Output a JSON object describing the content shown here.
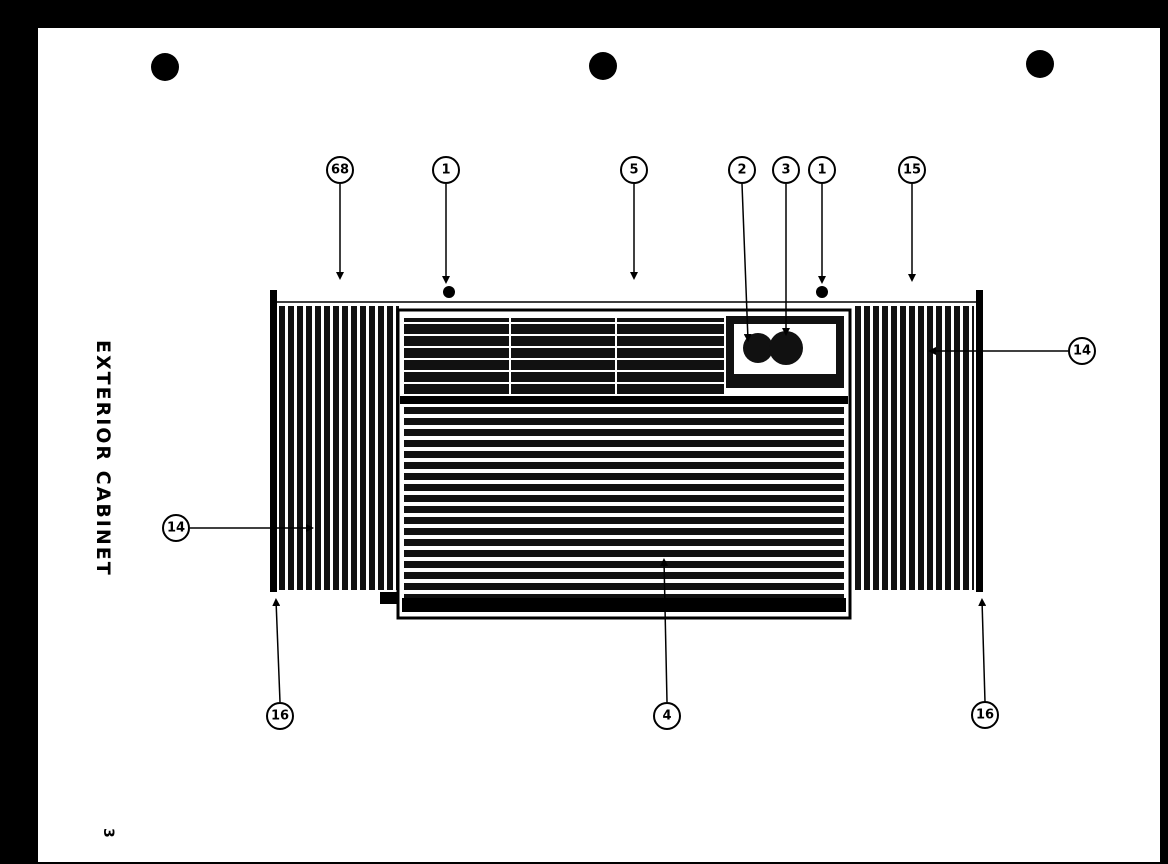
{
  "title": "EXTERIOR CABINET",
  "page_number": "3",
  "callouts": [
    {
      "label": "68",
      "target": "cabinet-top-left"
    },
    {
      "label": "1",
      "target": "screw-left"
    },
    {
      "label": "5",
      "target": "cabinet-top-center"
    },
    {
      "label": "2",
      "target": "control-knob-left"
    },
    {
      "label": "3",
      "target": "control-knob-right"
    },
    {
      "label": "1",
      "target": "screw-right"
    },
    {
      "label": "15",
      "target": "cabinet-top-right"
    },
    {
      "label": "14",
      "target": "side-louver-right"
    },
    {
      "label": "14",
      "target": "side-louver-left"
    },
    {
      "label": "16",
      "target": "side-rail-left"
    },
    {
      "label": "4",
      "target": "front-grille"
    },
    {
      "label": "16",
      "target": "side-rail-right"
    }
  ]
}
